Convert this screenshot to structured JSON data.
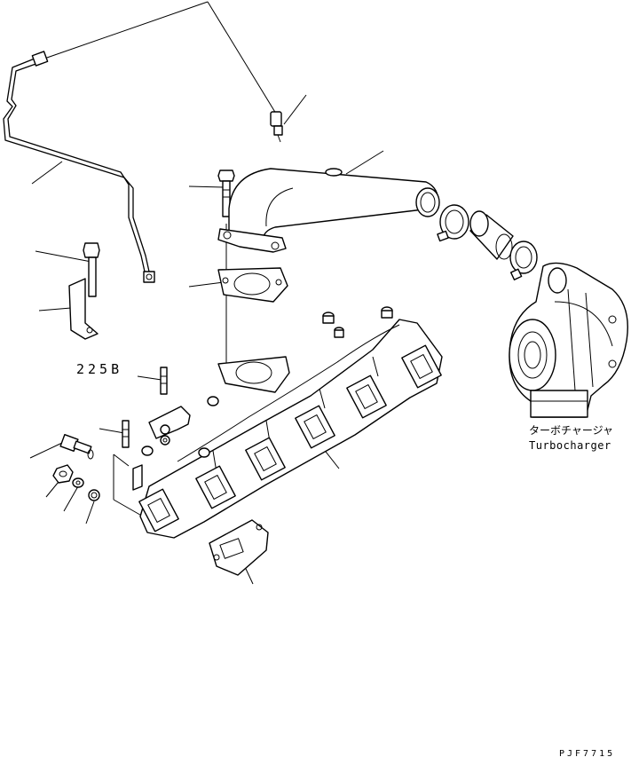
{
  "labels": {
    "stud_code": "225B",
    "turbo_jp": "ターボチャージャ",
    "turbo_en": "Turbocharger",
    "drawing_number": "PJF7715"
  },
  "colors": {
    "ink": "#000000",
    "paper": "#ffffff"
  }
}
